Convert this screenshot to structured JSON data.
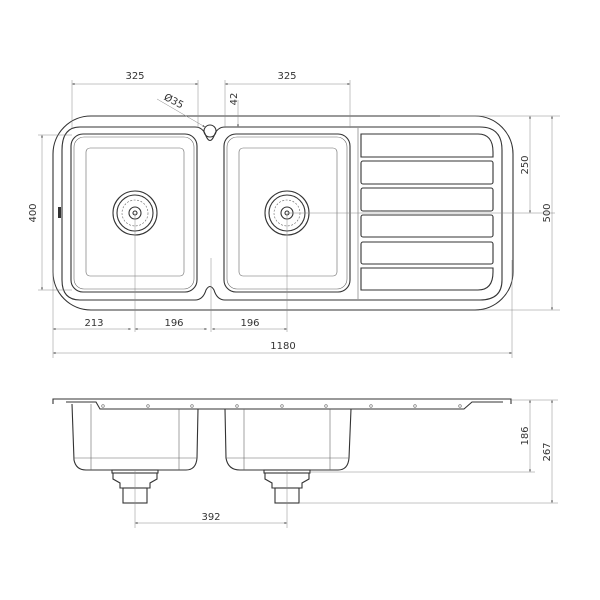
{
  "plan_view": {
    "dims": {
      "left_bowl_width": "325",
      "right_bowl_width": "325",
      "tap_hole_diameter": "Ø35",
      "tap_hole_offset": "42",
      "bowl_depth_plan": "400",
      "waste_offset_vertical": "250",
      "overall_depth": "500",
      "left_waste_offset": "213",
      "left_waste_to_center": "196",
      "center_to_right_waste": "196",
      "overall_width": "1180"
    }
  },
  "side_view": {
    "dims": {
      "bowl_depth": "186",
      "overall_height": "267",
      "waste_spacing": "392"
    }
  },
  "colors": {
    "line": "#333333",
    "dimension": "#888888"
  }
}
